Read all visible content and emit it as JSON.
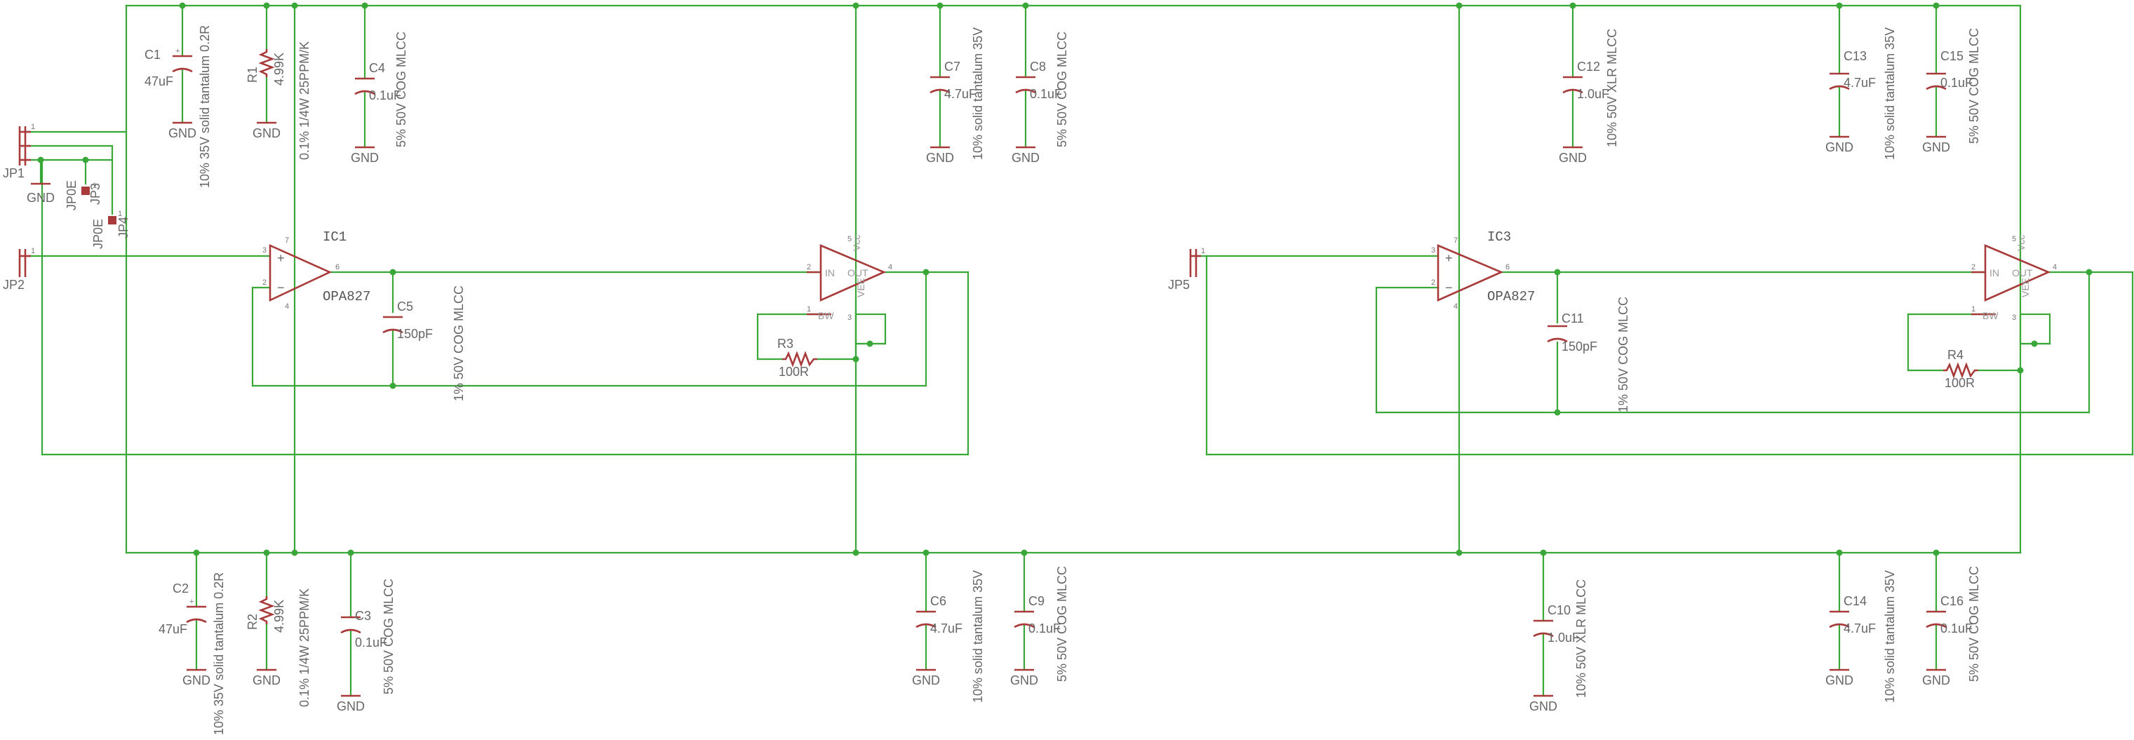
{
  "capacitors": [
    {
      "ref": "C1",
      "value": "47uF",
      "spec": "10% 35V solid tantalum 0.2R"
    },
    {
      "ref": "C2",
      "value": "47uF",
      "spec": "10% 35V solid tantalum 0.2R"
    },
    {
      "ref": "C3",
      "value": "0.1uF",
      "spec": "5% 50V COG MLCC"
    },
    {
      "ref": "C4",
      "value": "0.1uF",
      "spec": "5% 50V COG MLCC"
    },
    {
      "ref": "C5",
      "value": "150pF",
      "spec": "1% 50V COG MLCC"
    },
    {
      "ref": "C6",
      "value": "4.7uF",
      "spec": "10% solid tantalum 35V"
    },
    {
      "ref": "C7",
      "value": "4.7uF",
      "spec": "10% solid tantalum 35V"
    },
    {
      "ref": "C8",
      "value": "0.1uF",
      "spec": "5% 50V COG MLCC"
    },
    {
      "ref": "C9",
      "value": "0.1uF",
      "spec": "5% 50V COG MLCC"
    },
    {
      "ref": "C10",
      "value": "1.0uF",
      "spec": "10% 50V XLR MLCC"
    },
    {
      "ref": "C11",
      "value": "150pF",
      "spec": "1% 50V COG MLCC"
    },
    {
      "ref": "C12",
      "value": "1.0uF",
      "spec": "10% 50V XLR MLCC"
    },
    {
      "ref": "C13",
      "value": "4.7uF",
      "spec": "10% solid tantalum 35V"
    },
    {
      "ref": "C14",
      "value": "4.7uF",
      "spec": "10% solid tantalum 35V"
    },
    {
      "ref": "C15",
      "value": "0.1uF",
      "spec": "5% 50V COG MLCC"
    },
    {
      "ref": "C16",
      "value": "0.1uF",
      "spec": "5% 50V COG MLCC"
    }
  ],
  "resistors": [
    {
      "ref": "R1",
      "value": "4.99K",
      "spec": "0.1% 1/4W 25PPM/K"
    },
    {
      "ref": "R2",
      "value": "4.99K",
      "spec": "0.1% 1/4W 25PPM/K"
    },
    {
      "ref": "R3",
      "value": "100R"
    },
    {
      "ref": "R4",
      "value": "100R"
    }
  ],
  "opamps": [
    {
      "ref": "IC1",
      "value": "OPA827"
    },
    {
      "ref": "IC3",
      "value": "OPA827"
    }
  ],
  "buffers": {
    "pin_in": "IN",
    "pin_out": "OUT",
    "pin_bw": "BW",
    "pin_vcc": "Vcc",
    "pin_vee": "VEE",
    "pin_numbers": {
      "in": "2",
      "out": "4",
      "bw": "1",
      "vcc": "5",
      "vee": "3"
    }
  },
  "opamp_pins": {
    "plus": "+",
    "minus": "−",
    "p3": "3",
    "p2": "2",
    "p6": "6",
    "p7": "7",
    "p4": "4"
  },
  "connectors": {
    "jp1": "JP1",
    "jp2": "JP2",
    "jp3": "JP3",
    "jp4": "JP4",
    "jp5": "JP5",
    "jp0e_a": "JP0E",
    "jp0e_b": "JP0E"
  },
  "pin_one": "1",
  "pin_two": "2",
  "pin_three": "3",
  "gnd_label": "GND"
}
